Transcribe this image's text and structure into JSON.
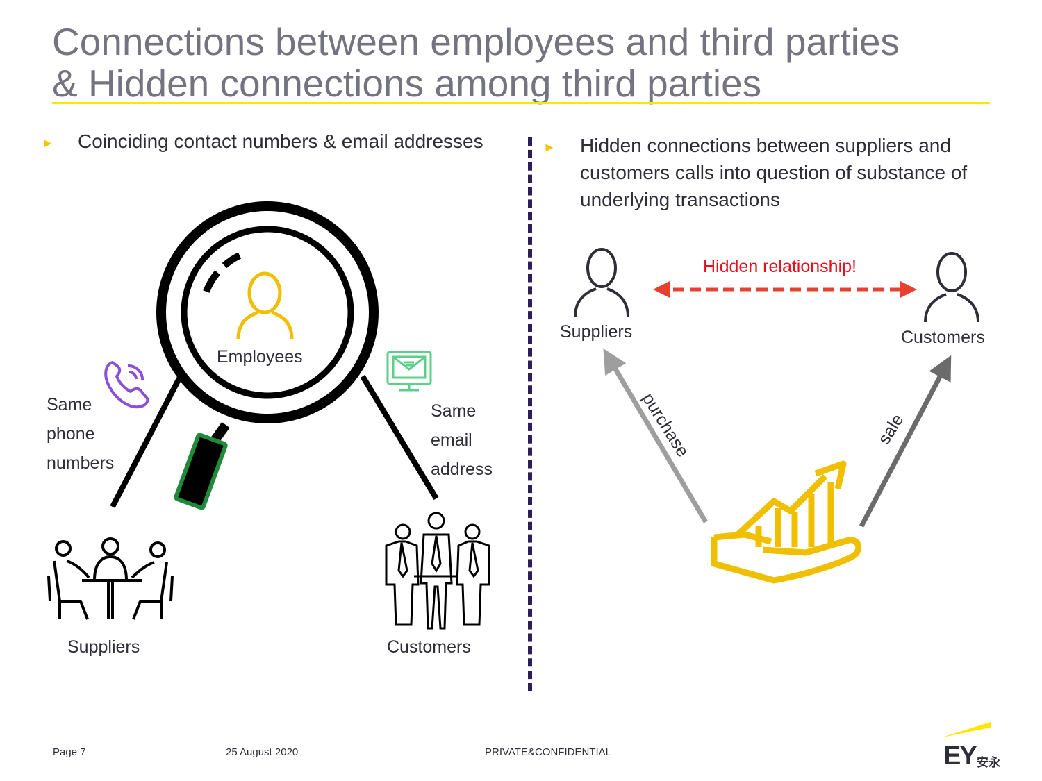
{
  "title": {
    "line1": "Connections between employees and third parties",
    "line2": "& Hidden connections among third parties"
  },
  "left": {
    "bullet": "Coinciding contact numbers & email addresses",
    "employees_label": "Employees",
    "phone_label": [
      "Same",
      "phone",
      "numbers"
    ],
    "email_label": [
      "Same",
      "email",
      "address"
    ],
    "suppliers_label": "Suppliers",
    "customers_label": "Customers"
  },
  "right": {
    "bullet": "Hidden connections between suppliers and customers calls into question of substance of underlying transactions",
    "hidden_label": "Hidden relationship!",
    "suppliers_label": "Suppliers",
    "customers_label": "Customers",
    "purchase_label": "purchase",
    "sale_label": "sale"
  },
  "footer": {
    "page": "Page 7",
    "date": "25 August 2020",
    "confidential": "PRIVATE&CONFIDENTIAL",
    "logo_text": "EY",
    "logo_cn": "安永"
  },
  "colors": {
    "accent_yellow": "#ffe600",
    "icon_yellow": "#f0c000",
    "phone_purple": "#8a4fd6",
    "email_green": "#5ccf8a",
    "handle_green": "#1f8a3a",
    "hidden_red": "#e8402e",
    "divider": "#2c1e5a"
  }
}
